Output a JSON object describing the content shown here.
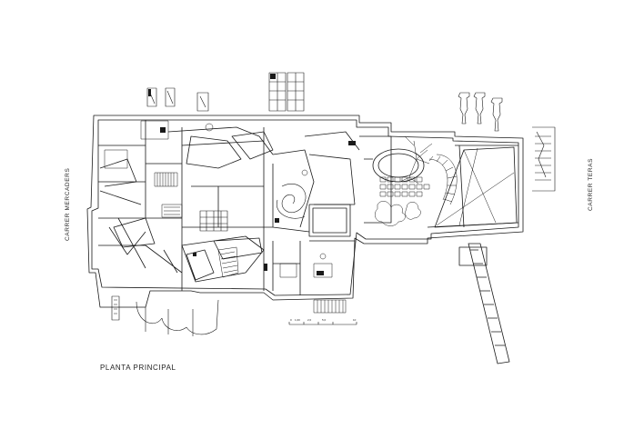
{
  "title": "PLANTA PRINCIPAL",
  "street_labels": {
    "left": "CARRER MERCADERS",
    "right": "CARRER TERAS"
  },
  "scale_bar": {
    "labels": [
      "0",
      "1,00",
      "2,0",
      "5,0",
      "10"
    ]
  },
  "colors": {
    "line": "#1a1a1a",
    "background": "#ffffff"
  }
}
